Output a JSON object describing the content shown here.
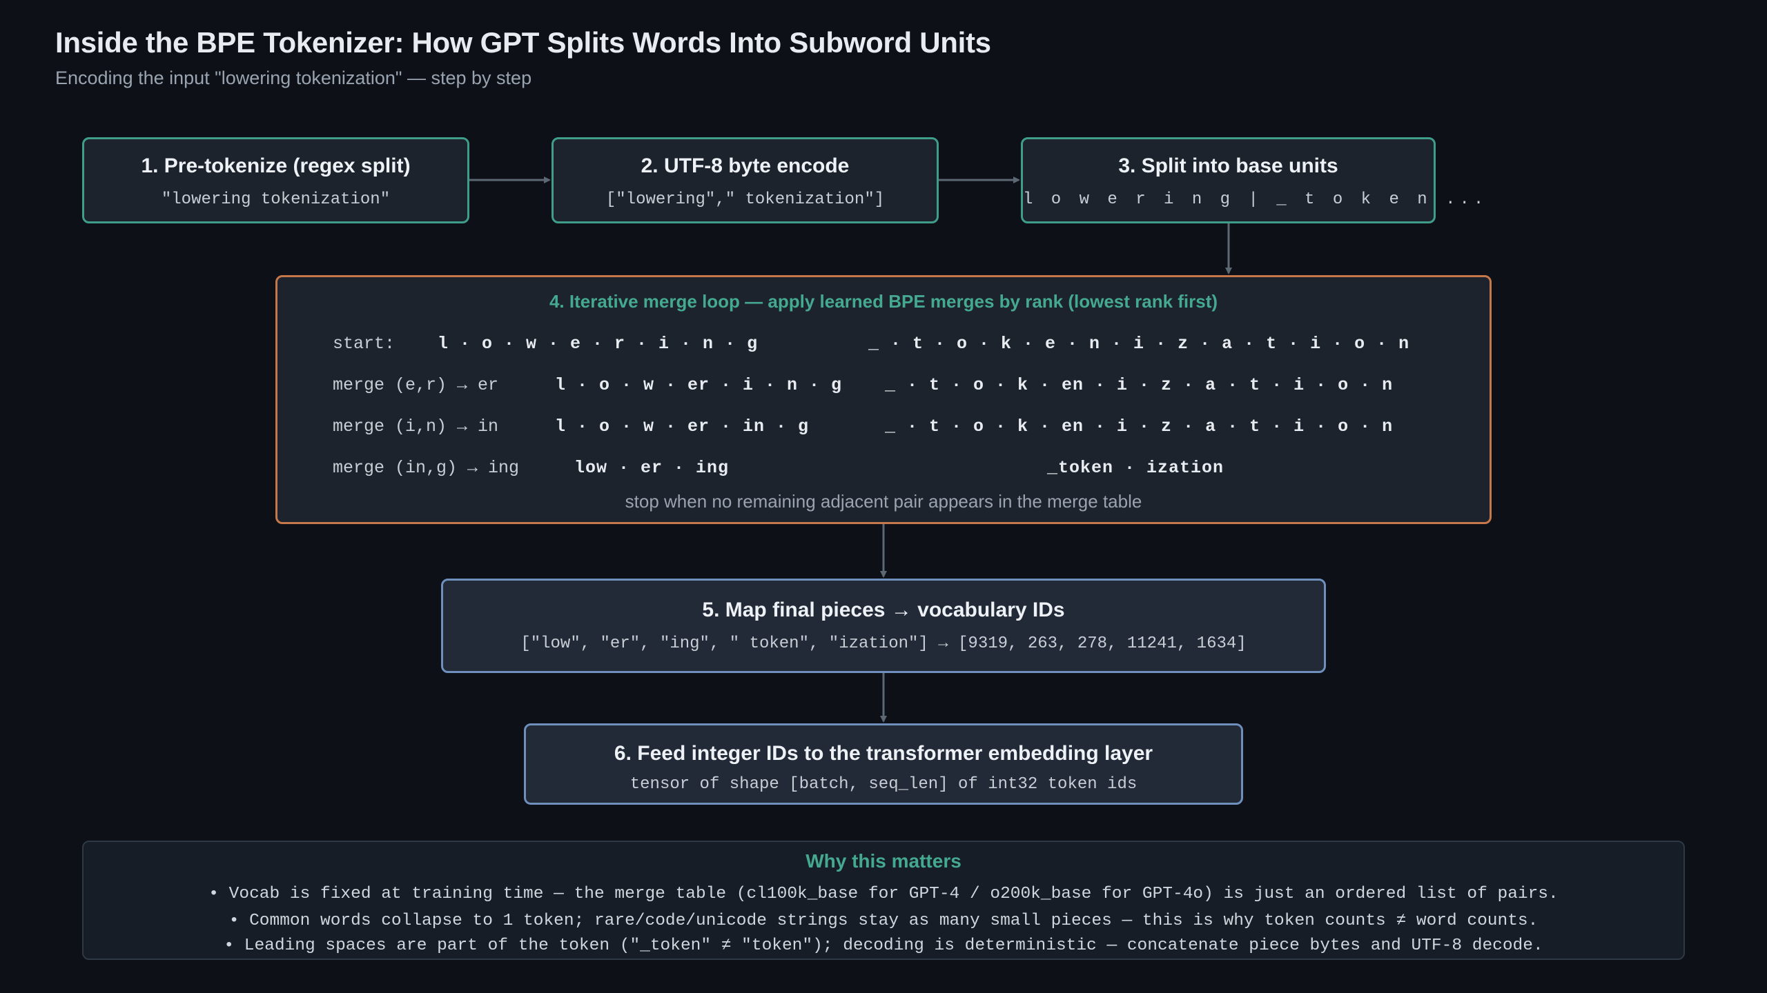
{
  "header": {
    "title": "Inside the BPE Tokenizer: How GPT Splits Words Into Subword Units",
    "subtitle": "Encoding the input \"lowering tokenization\" — step by step"
  },
  "steps": {
    "s1": {
      "title": "1. Pre-tokenize (regex split)",
      "detail": "\"lowering tokenization\""
    },
    "s2": {
      "title": "2. UTF-8 byte encode",
      "detail": "[\"lowering\",\" tokenization\"]"
    },
    "s3": {
      "title": "3. Split into base units",
      "detail": "l o w e r i n g | _ t o k e n ..."
    },
    "s5": {
      "title": "5. Map final pieces → vocabulary IDs",
      "detail": "[\"low\", \"er\", \"ing\", \" token\", \"ization\"] → [9319, 263, 278, 11241, 1634]"
    },
    "s6": {
      "title": "6. Feed integer IDs to the transformer embedding layer",
      "detail": "tensor of shape [batch, seq_len] of int32 token ids"
    }
  },
  "merge_loop": {
    "title": "4. Iterative merge loop — apply learned BPE merges by rank (lowest rank first)",
    "rows": [
      {
        "label": "start:",
        "left": "l · o · w · e · r · i · n · g",
        "right": "_ · t · o · k · e · n · i · z · a · t · i · o · n"
      },
      {
        "label": "merge (e,r) → er",
        "left": "l · o · w · er · i · n · g",
        "right": "_ · t · o · k · en · i · z · a · t · i · o · n"
      },
      {
        "label": "merge (i,n) → in",
        "left": "l · o · w · er · in · g",
        "right": "_ · t · o · k · en · i · z · a · t · i · o · n"
      },
      {
        "label": "merge (in,g) → ing",
        "left": "low · er · ing",
        "right": "_token · ization"
      }
    ],
    "note": "stop when no remaining adjacent pair appears in the merge table"
  },
  "why": {
    "title": "Why this matters",
    "lines": [
      "• Vocab is fixed at training time — the merge table (cl100k_base for GPT-4 / o200k_base for GPT-4o) is just an ordered list of pairs.",
      "• Common words collapse to 1 token; rare/code/unicode strings stay as many small pieces — this is why token counts ≠ word counts.",
      "• Leading spaces are part of the token (\"_token\" ≠ \"token\"); decoding is deterministic — concatenate piece bytes and UTF-8 decode."
    ]
  },
  "colors": {
    "background": "#0d1117",
    "stage_border": "#3f9e8a",
    "loop_border": "#c7784a",
    "output_border": "#6f8fbd",
    "accent_text": "#45a891",
    "arrow": "#5d6875"
  }
}
